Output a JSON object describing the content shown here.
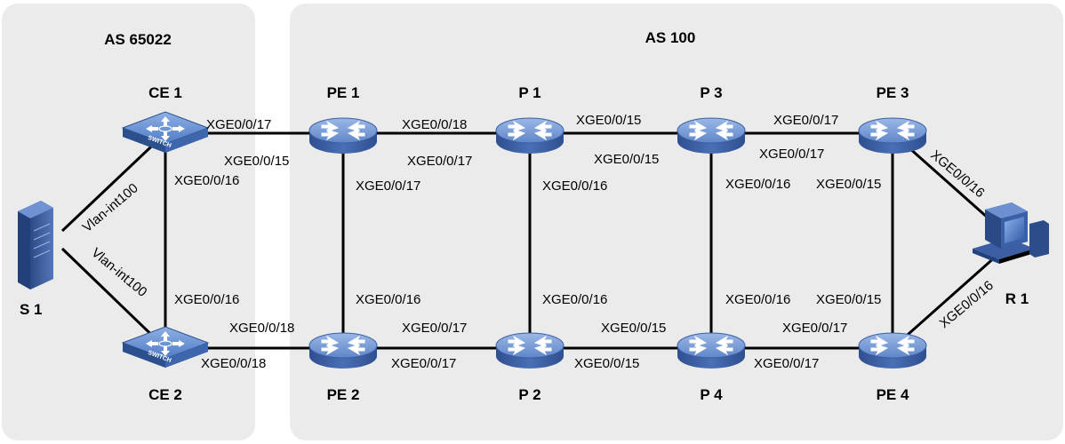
{
  "regions": {
    "left": {
      "title": "AS 65022"
    },
    "right": {
      "title": "AS 100"
    }
  },
  "nodes": {
    "ce1": {
      "label": "CE 1",
      "icon": "switch-icon",
      "device_text": "SWITCH"
    },
    "ce2": {
      "label": "CE 2",
      "icon": "switch-icon",
      "device_text": "SWITCH"
    },
    "pe1": {
      "label": "PE 1",
      "icon": "router-icon"
    },
    "pe2": {
      "label": "PE 2",
      "icon": "router-icon"
    },
    "p1": {
      "label": "P 1",
      "icon": "router-icon"
    },
    "p2": {
      "label": "P 2",
      "icon": "router-icon"
    },
    "p3": {
      "label": "P 3",
      "icon": "router-icon"
    },
    "p4": {
      "label": "P 4",
      "icon": "router-icon"
    },
    "pe3": {
      "label": "PE 3",
      "icon": "router-icon"
    },
    "pe4": {
      "label": "PE 4",
      "icon": "router-icon"
    },
    "s1": {
      "label": "S 1",
      "icon": "server-icon"
    },
    "r1": {
      "label": "R 1",
      "icon": "pc-icon"
    }
  },
  "ports": {
    "ce1_pe1": "XGE0/0/17",
    "ce1_pe1_b": "XGE0/0/15",
    "ce1_ce2": "XGE0/0/16",
    "ce2_ce1": "XGE0/0/16",
    "ce2_pe2": "XGE0/0/18",
    "pe2_ce2": "XGE0/0/18",
    "pe1_p1": "XGE0/0/18",
    "p1_pe1": "XGE0/0/17",
    "pe1_pe2": "XGE0/0/17",
    "pe2_pe1": "XGE0/0/16",
    "pe2_p2": "XGE0/0/17",
    "p2_pe2": "XGE0/0/17",
    "p1_p3": "XGE0/0/15",
    "p3_p1": "XGE0/0/15",
    "p1_p2": "XGE0/0/16",
    "p2_p1": "XGE0/0/16",
    "p2_p4": "XGE0/0/15",
    "p4_p2": "XGE0/0/15",
    "p3_pe3": "XGE0/0/17",
    "pe3_p3": "XGE0/0/17",
    "p3_p4": "XGE0/0/16",
    "p4_p3": "XGE0/0/16",
    "pe3_pe4": "XGE0/0/15",
    "pe4_pe3": "XGE0/0/15",
    "p4_pe4": "XGE0/0/17",
    "pe4_p4": "XGE0/0/17",
    "pe3_r1": "XGE0/0/16",
    "pe4_r1": "XGE0/0/16",
    "s1_ce1": "Vlan-int100",
    "s1_ce2": "Vlan-int100"
  },
  "colors": {
    "region_bg": "#ebebeb",
    "router_body": "#4a6fb5",
    "router_top": "#7d9fd9",
    "switch_body": "#3f69b3",
    "switch_top": "#6f97d8",
    "server_body": "#3f5f9f"
  }
}
